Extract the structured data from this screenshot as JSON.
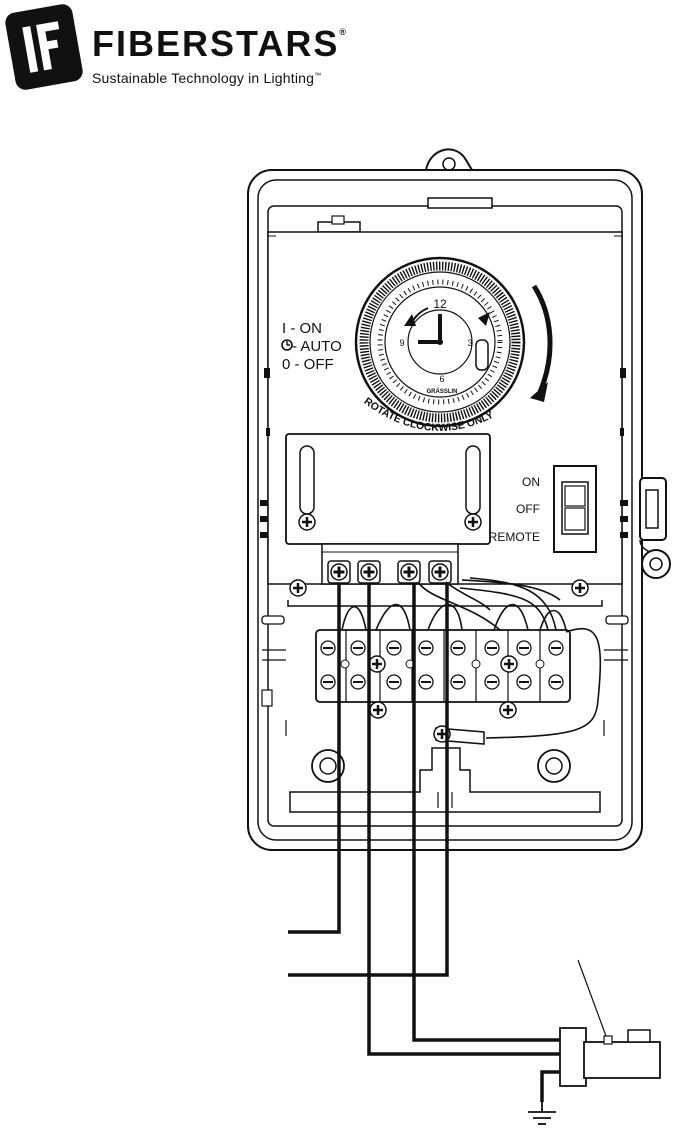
{
  "brand": {
    "name": "FIBERSTARS",
    "registered_mark": "®",
    "tagline": "Sustainable Technology in Lighting",
    "tagline_mark": "™"
  },
  "timer": {
    "mode_on": "I - ON",
    "mode_auto": "- AUTO",
    "mode_off": "0 - OFF",
    "dial_numbers": [
      "12",
      "3",
      "6",
      "9"
    ],
    "dial_maker": "GRÄSSLIN",
    "rotate_text": "ROTATE CLOCKWISE ONLY"
  },
  "switch": {
    "on": "ON",
    "off": "OFF",
    "remote": "REMOTE"
  },
  "icons": [
    "fiberstars-logo-icon",
    "screw-icon",
    "clock-icon",
    "ground-icon",
    "rotate-arrow-icon"
  ]
}
